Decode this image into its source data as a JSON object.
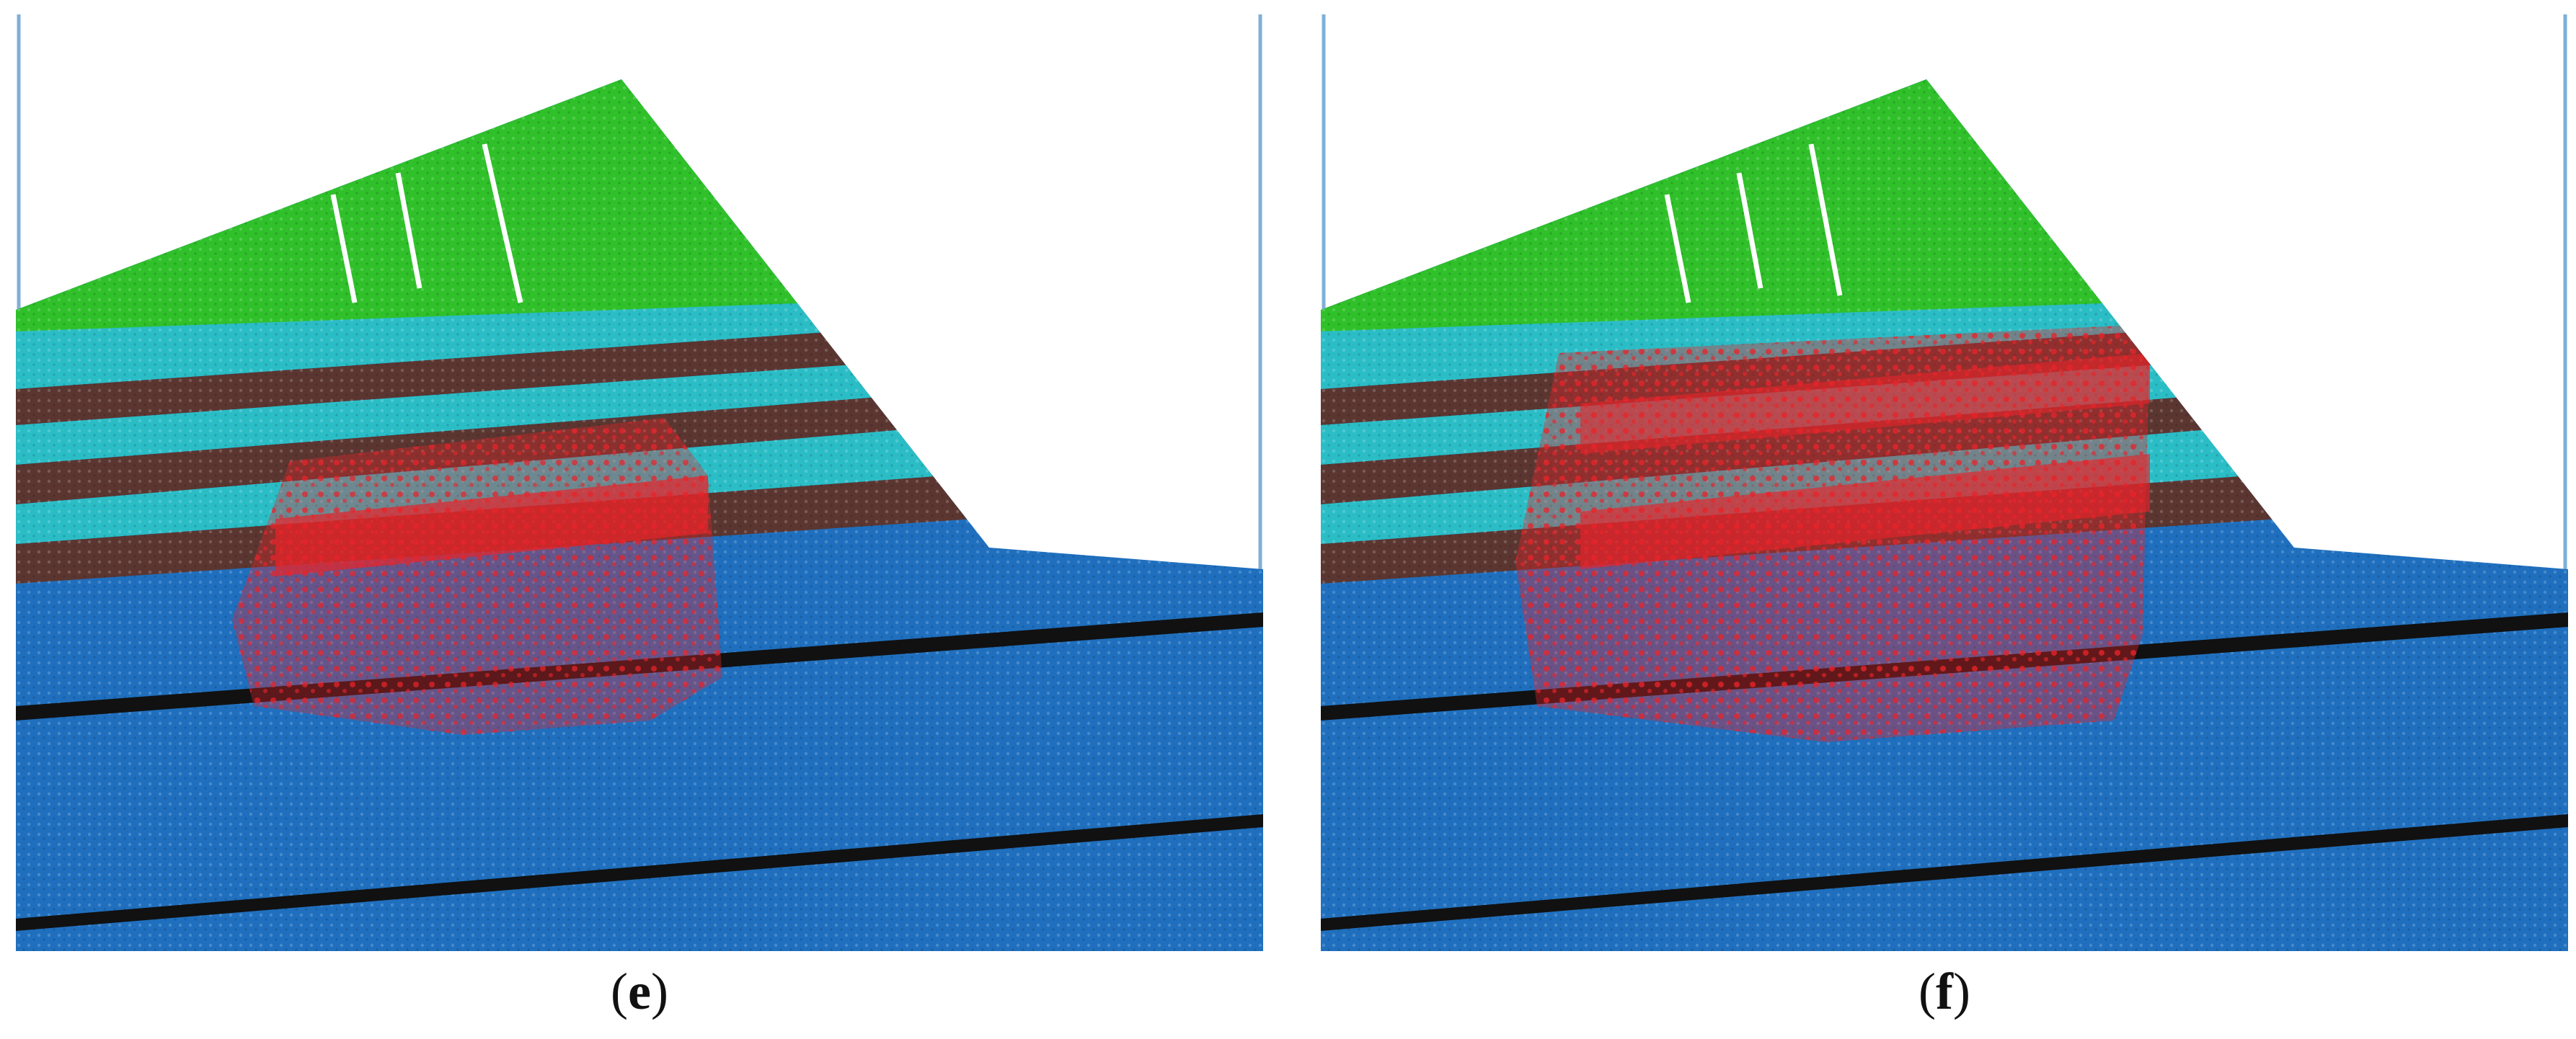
{
  "panels": [
    {
      "id": "e",
      "caption_open": "(",
      "caption_letter": "e",
      "caption_close": ")"
    },
    {
      "id": "f",
      "caption_open": "(",
      "caption_letter": "f",
      "caption_close": ")"
    }
  ],
  "colors": {
    "top_soil": "#2fc02a",
    "cyan_layer": "#2bbdc6",
    "brown_layer": "#5b3631",
    "base_soil": "#1f6fbe",
    "seam": "#111111",
    "failure_zone": "#e8242a",
    "border": "#7fb0d6"
  }
}
